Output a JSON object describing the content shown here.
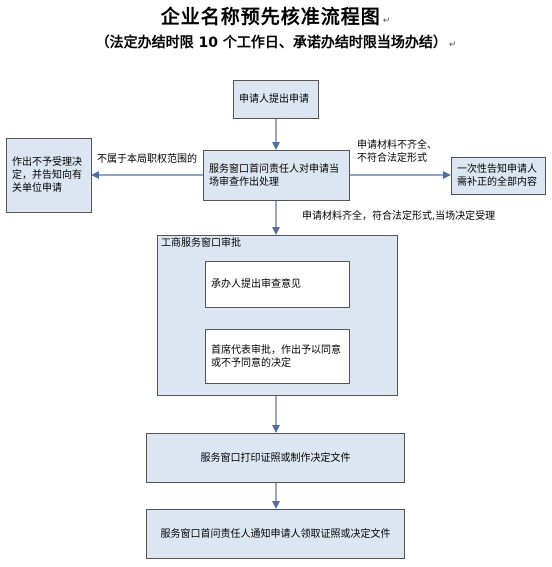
{
  "title": "企业名称预先核准流程图",
  "subtitle": "（法定办结时限 10 个工作日、承诺办结时限当场办结）",
  "paragraph_mark": "↵",
  "steps": {
    "apply": "申请人提出申请",
    "review": "服务窗口首问责任人对申请当场审查作出处理",
    "reject": "作出不予受理决定，并告知向有关单位申请",
    "notify_once": "一次性告知申请人需补正的全部内容",
    "approval_group": "工商服务窗口审批",
    "handler_opinion": "承办人提出审查意见",
    "chief_decision": "首席代表审批，作出予以同意或不予同意的决定",
    "print": "服务窗口打印证照或制作决定文件",
    "notify_pickup": "服务窗口首问责任人通知申请人领取证照或决定文件"
  },
  "edges": {
    "not_in_scope": "不属于本局职权范围的",
    "incomplete_line1": "申请材料不齐全、",
    "incomplete_line2": "不符合法定形式",
    "complete": "申请材料齐全，符合法定形式,当场决定受理"
  }
}
